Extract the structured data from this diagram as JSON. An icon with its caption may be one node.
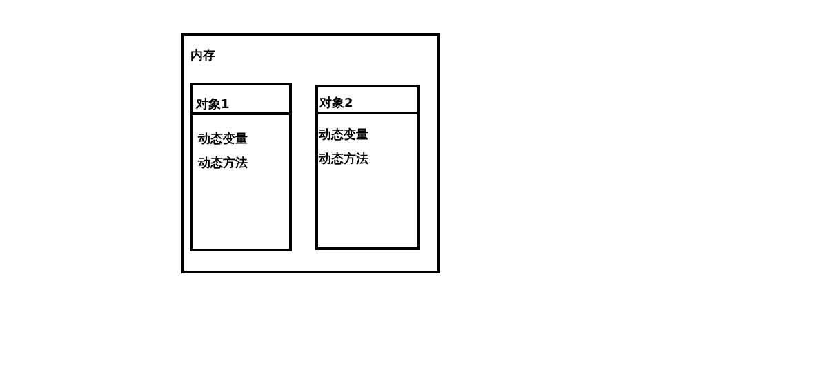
{
  "diagram": {
    "nodes": [
      {
        "text": [
          "内存"
        ]
      },
      {
        "text": [
          "对象1",
          "动态变量",
          "动态方法"
        ],
        "in": 0
      },
      {
        "text": [
          "对象2",
          "动态变量",
          "动态方法"
        ],
        "in": 0
      }
    ]
  }
}
